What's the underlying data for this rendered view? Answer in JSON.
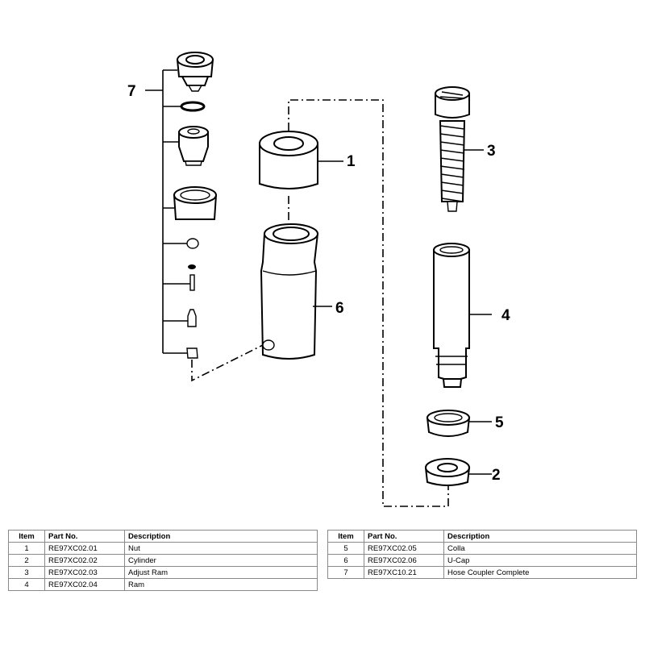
{
  "diagram": {
    "callouts": [
      "7",
      "1",
      "3",
      "6",
      "4",
      "5",
      "2"
    ]
  },
  "table": {
    "headers": [
      "Item",
      "Part No.",
      "Description"
    ],
    "left_rows": [
      {
        "item": "1",
        "part_no": "RE97XC02.01",
        "description": "Nut"
      },
      {
        "item": "2",
        "part_no": "RE97XC02.02",
        "description": "Cylinder"
      },
      {
        "item": "3",
        "part_no": "RE97XC02.03",
        "description": "Adjust Ram"
      },
      {
        "item": "4",
        "part_no": "RE97XC02.04",
        "description": "Ram"
      }
    ],
    "right_rows": [
      {
        "item": "5",
        "part_no": "RE97XC02.05",
        "description": "Colla"
      },
      {
        "item": "6",
        "part_no": "RE97XC02.06",
        "description": "U-Cap"
      },
      {
        "item": "7",
        "part_no": "RE97XC10.21",
        "description": "Hose Coupler Complete"
      }
    ]
  }
}
